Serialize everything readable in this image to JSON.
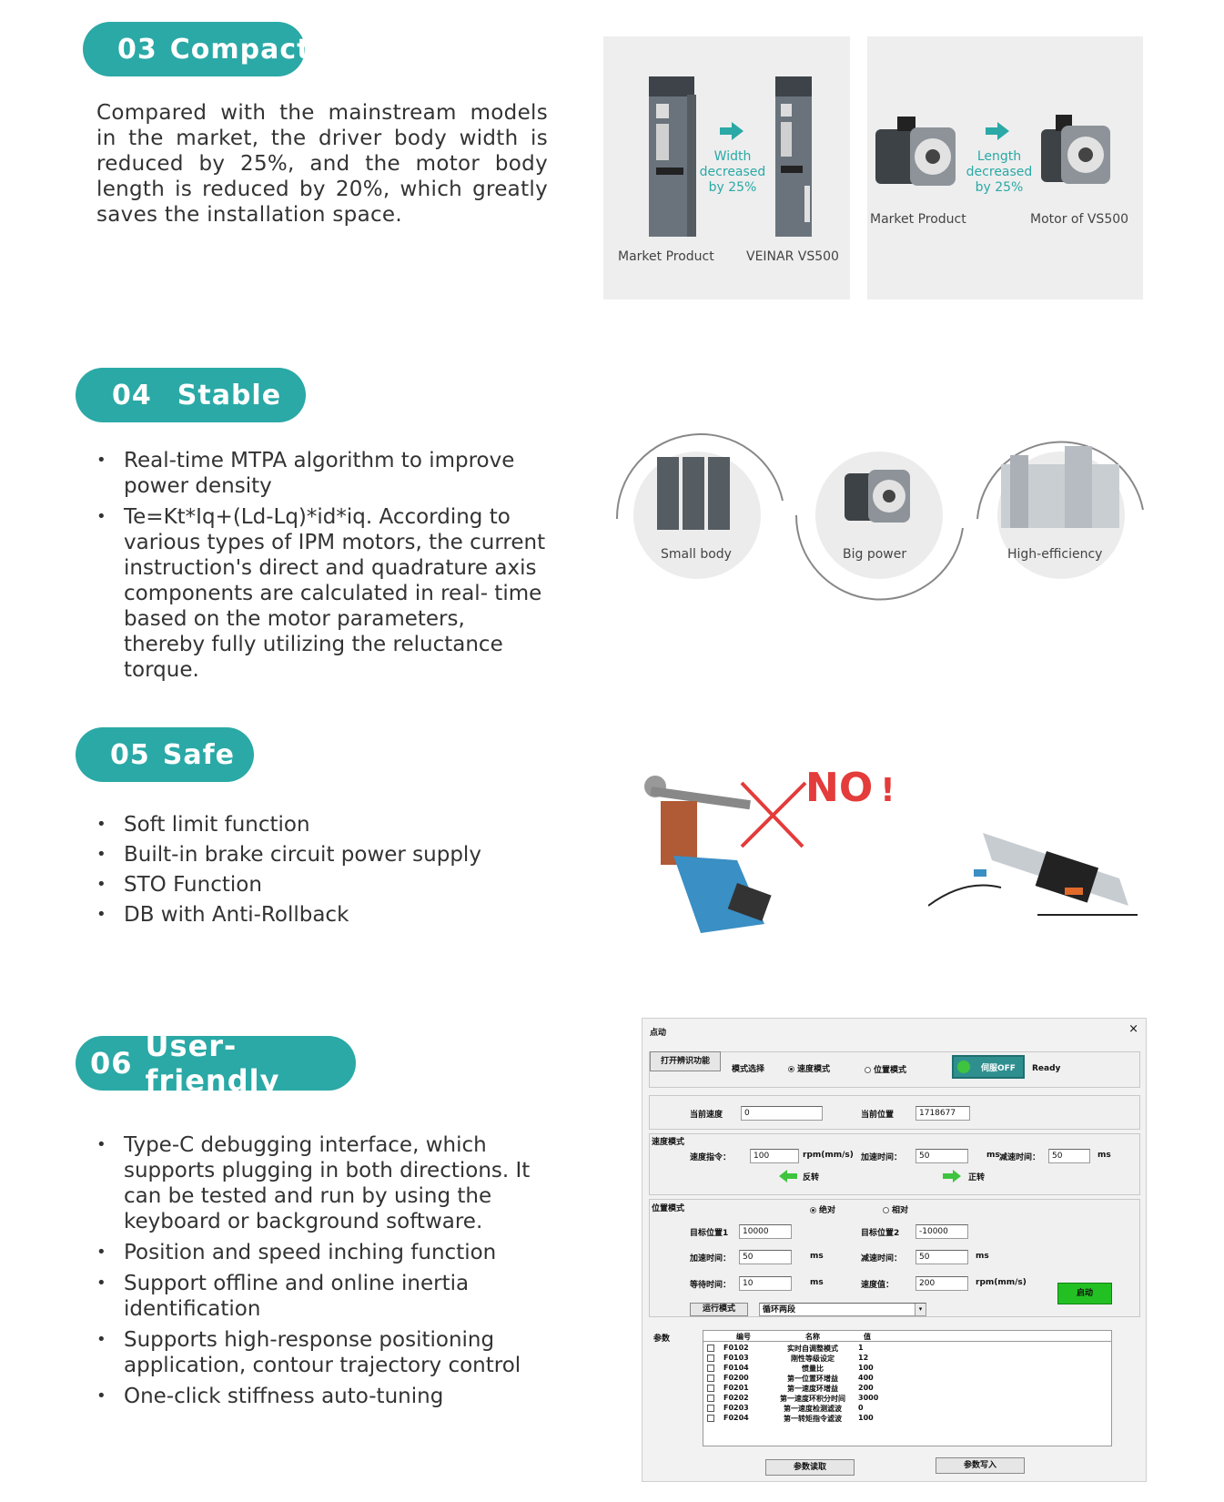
{
  "sections": {
    "compact": {
      "number": "03",
      "title": "Compact",
      "text": "Compared with the mainstream models in the market, the driver body width is reduced by 25%, and the motor body length is reduced by 20%, which greatly saves the installation space.",
      "panel_driver": {
        "note": [
          "Width",
          "decreased",
          "by 25%"
        ],
        "left_caption": "Market Product",
        "right_caption": "VEINAR VS500"
      },
      "panel_motor": {
        "note": [
          "Length",
          "decreased",
          "by 25%"
        ],
        "left_caption": "Market Product",
        "right_caption": "Motor of VS500"
      }
    },
    "stable": {
      "number": "04",
      "title": "Stable",
      "bullets": [
        "Real-time MTPA algorithm to improve power density",
        "Te=Kt*Iq+(Ld-Lq)*id*iq. According to various types of IPM motors, the current instruction's direct and quadrature axis components are calculated in real- time based on the motor parameters, thereby fully utilizing the reluctance torque."
      ],
      "circles": [
        "Small body",
        "Big power",
        "High-efficiency"
      ]
    },
    "safe": {
      "number": "05",
      "title": "Safe",
      "bullets": [
        "Soft limit function",
        "Built-in brake circuit power supply",
        "STO Function",
        "DB with Anti-Rollback"
      ],
      "no_label": "NO",
      "no_mark": "!"
    },
    "user": {
      "number": "06",
      "title": "User- friendly",
      "bullets": [
        "Type-C debugging interface, which supports plugging in both directions. It can be tested and run by using the keyboard or background software.",
        "Position and speed inching function",
        "Support offline and online inertia identification",
        "Supports high-response positioning application, contour trajectory control",
        "One-click stiffness auto-tuning"
      ]
    }
  },
  "dialog": {
    "title": "点动",
    "close": "×",
    "open_identify": "打开辨识功能",
    "mode_select": "模式选择",
    "speed_mode_radio": "速度模式",
    "position_mode_radio": "位置模式",
    "servo_button": "伺服OFF",
    "status": "Ready",
    "cur_speed_label": "当前速度",
    "cur_speed_value": "0",
    "cur_pos_label": "当前位置",
    "cur_pos_value": "1718677",
    "speed_group": "速度模式",
    "speed_cmd_label": "速度指令：",
    "speed_cmd_value": "100",
    "speed_unit": "rpm(mm/s)",
    "accel_label": "加速时间：",
    "accel_value": "50",
    "ms": "ms",
    "decel_label": "减速时间：",
    "decel_value": "50",
    "reverse": "反转",
    "forward": "正转",
    "position_group": "位置模式",
    "absolute": "绝对",
    "relative": "相对",
    "target1_label": "目标位置1",
    "target1_value": "10000",
    "target2_label": "目标位置2",
    "target2_value": "-10000",
    "p_accel_label": "加速时间：",
    "p_accel_value": "50",
    "p_decel_label": "减速时间：",
    "p_decel_value": "50",
    "wait_label": "等待时间：",
    "wait_value": "10",
    "speed_val_label": "速度值：",
    "speed_val_value": "200",
    "speed_val_unit": "rpm(mm/s)",
    "start_button": "启动",
    "run_mode_label": "运行模式",
    "run_mode_value": "循环两段",
    "params_label": "参数",
    "table_headers": [
      "编号",
      "名称",
      "值"
    ],
    "table_rows": [
      [
        "F0102",
        "实时自调整模式",
        "1"
      ],
      [
        "F0103",
        "刚性等级设定",
        "12"
      ],
      [
        "F0104",
        "惯量比",
        "100"
      ],
      [
        "F0200",
        "第一位置环增益",
        "400"
      ],
      [
        "F0201",
        "第一速度环增益",
        "200"
      ],
      [
        "F0202",
        "第一速度环积分时间",
        "3000"
      ],
      [
        "F0203",
        "第一速度检测滤波",
        "0"
      ],
      [
        "F0204",
        "第一转矩指令滤波",
        "100"
      ]
    ],
    "read_button": "参数读取",
    "write_button": "参数写入"
  }
}
